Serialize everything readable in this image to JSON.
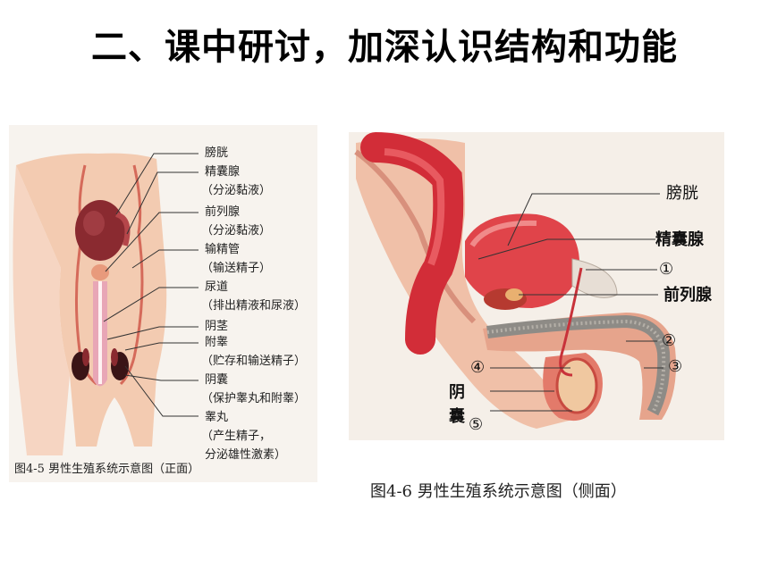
{
  "title": "二、课中研讨，加深认识结构和功能",
  "figure_front": {
    "caption": "图4-5  男性生殖系统示意图（正面）",
    "labels": [
      "膀胱",
      "精囊腺",
      "（分泌黏液）",
      "前列腺",
      "（分泌黏液）",
      "输精管",
      "（输送精子）",
      "尿道",
      "（排出精液和尿液）",
      "阴茎",
      "附睾",
      "（贮存和输送精子）",
      "阴囊",
      "（保护睾丸和附睾）",
      "睾丸",
      "（产生精子，",
      "分泌雄性激素）"
    ]
  },
  "figure_side": {
    "caption": "图4-6  男性生殖系统示意图（侧面）",
    "labels": {
      "bladder": "膀胱",
      "seminal_vesicle": "精囊腺",
      "n1": "①",
      "prostate": "前列腺",
      "n2": "②",
      "n3": "③",
      "n4": "④",
      "scrotum_a": "阴",
      "scrotum_b": "囊",
      "n5": "⑤"
    }
  },
  "colors": {
    "organ_red": "#c8323a",
    "skin": "#f2c3a6",
    "bone_gray": "#9c9a94"
  }
}
